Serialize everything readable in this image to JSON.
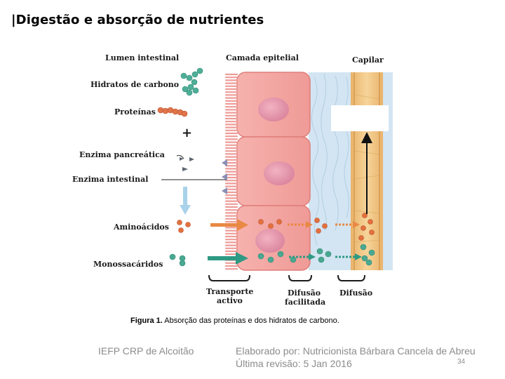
{
  "slide": {
    "title": "|Digestão e absorção de nutrientes"
  },
  "figure": {
    "headers": {
      "lumen": "Lumen intestinal",
      "epithelium": "Camada epitelial",
      "capillary": "Capilar"
    },
    "left_labels": {
      "carbohydrates": "Hidratos de carbono",
      "proteins": "Proteínas",
      "plus": "+",
      "pancreatic_enzyme": "Enzima pancreática",
      "intestinal_enzyme": "Enzima intestinal",
      "amino_acids": "Aminoácidos",
      "monosaccharides": "Monossacáridos"
    },
    "bottom_labels": {
      "active_transport_line1": "Transporte",
      "active_transport_line2": "activo",
      "facilitated_line1": "Difusão",
      "facilitated_line2": "facilitada",
      "diffusion": "Difusão"
    },
    "caption_prefix": "Figura 1.",
    "caption_text": " Absorção das proteínas e dos hidratos de carbono.",
    "colors": {
      "cell": "#f4a7a4",
      "nucleus": "#e58aa0",
      "interstitial": "#cfe2f0",
      "capillary": "#f0c27a",
      "amino": "#e0673a",
      "mono": "#3e9a86"
    }
  },
  "footer": {
    "institution": "IEFP CRP de Alcoitão",
    "author": "Elaborado por: Nutricionista Bárbara Cancela de Abreu",
    "revision": "Última revisão: 5 Jan 2016",
    "page_number": "34"
  }
}
